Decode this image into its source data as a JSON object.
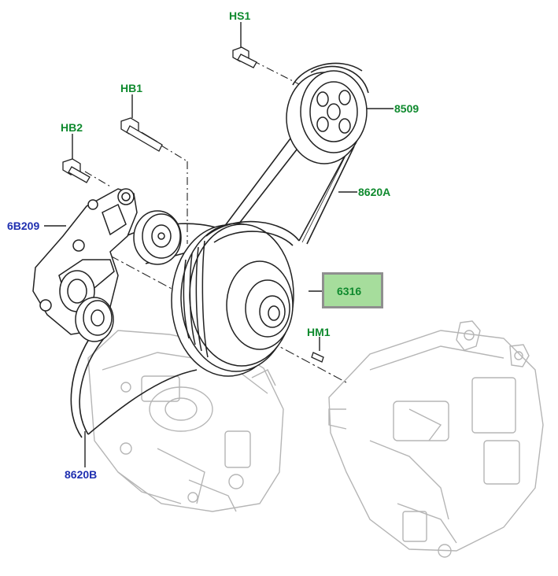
{
  "labels": {
    "hs1": "HS1",
    "hb1": "HB1",
    "hb2": "HB2",
    "p6b209": "6B209",
    "p8509": "8509",
    "p8620a": "8620A",
    "p6316": "6316",
    "hm1": "HM1",
    "p8620b": "8620B"
  },
  "colors": {
    "bolt_label": "#0f8a2e",
    "part_label_green": "#0f8a2e",
    "part_label_blue": "#1f2fb0",
    "highlight_fill": "#a6dd9c",
    "highlight_border": "#8f8f8f",
    "line_art": "#222222",
    "ghost_art": "#b5b5b5"
  }
}
